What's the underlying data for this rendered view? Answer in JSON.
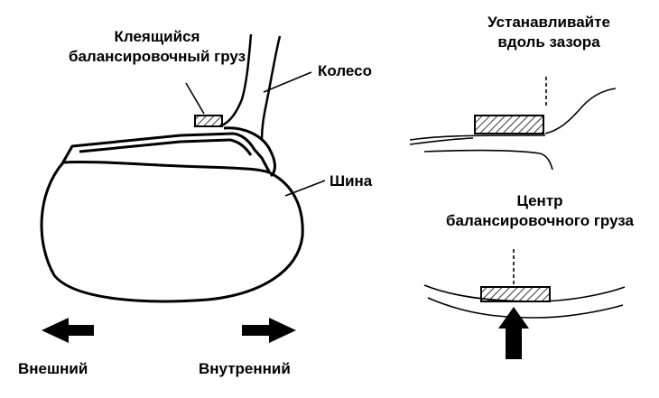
{
  "labels": {
    "adhesive_weight_line1": "Клеящийся",
    "adhesive_weight_line2": "балансировочный груз",
    "wheel": "Колесо",
    "tire": "Шина",
    "install_line1": "Устанавливайте",
    "install_line2": "вдоль зазора",
    "center_line1": "Центр",
    "center_line2": "балансировочного груза",
    "outer": "Внешний",
    "inner": "Внутренний"
  },
  "colors": {
    "ink": "#000000",
    "background": "#ffffff"
  }
}
